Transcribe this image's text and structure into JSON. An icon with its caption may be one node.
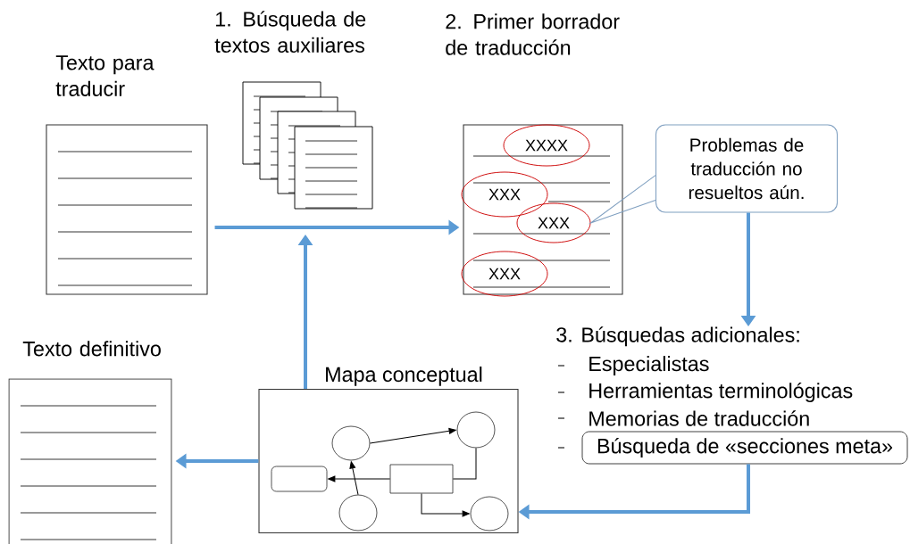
{
  "diagram": {
    "nodes": [
      {
        "text": [
          "Texto para traducir"
        ]
      },
      {
        "text": [
          "1. Búsqueda de textos auxiliares"
        ]
      },
      {
        "text": [],
        "shape": "box",
        "beside": [
          "2. Primer borrador de traducción"
        ]
      },
      {
        "text": [
          "XXXX"
        ],
        "in": 2
      },
      {
        "text": [
          "XXX"
        ],
        "in": 2
      },
      {
        "text": [
          "XXX"
        ],
        "in": 2
      },
      {
        "text": [
          "XXX"
        ],
        "in": 2
      },
      {
        "text": [
          "Problemas de traducción no resueltos aún."
        ]
      },
      {
        "text": [
          "3. Búsquedas adicionales:",
          "Especialistas",
          "Herramientas terminológicas",
          "Memorias de traducción"
        ]
      },
      {
        "text": [
          "Búsqueda de «secciones meta»"
        ]
      },
      {
        "text": [
          "Mapa conceptual"
        ]
      },
      {
        "text": [],
        "shape": "circle",
        "in": 10
      },
      {
        "text": [],
        "shape": "circle",
        "in": 10
      },
      {
        "text": [],
        "shape": "box",
        "in": 10
      },
      {
        "text": [],
        "shape": "box",
        "in": 10
      },
      {
        "text": [],
        "shape": "circle",
        "in": 10
      },
      {
        "text": [],
        "shape": "circle",
        "in": 10
      },
      {
        "text": [
          "Texto definitivo"
        ]
      }
    ],
    "edges": [
      {
        "from": 0,
        "to": 2,
        "arrow": "to",
        "style": "thick",
        "color": "#5b9bd5"
      },
      {
        "from": 10,
        "to": null,
        "arrow": "to",
        "style": "thick",
        "color": "#5b9bd5"
      },
      {
        "from": 7,
        "to": 8,
        "arrow": "to",
        "style": "thick",
        "color": "#5b9bd5"
      },
      {
        "from": 9,
        "to": 10,
        "arrow": "to",
        "style": "thick",
        "color": "#5b9bd5"
      },
      {
        "from": 10,
        "to": 17,
        "arrow": "to",
        "style": "thick",
        "color": "#5b9bd5"
      },
      {
        "from": 11,
        "to": 12,
        "arrow": "to",
        "color": "#000000"
      },
      {
        "from": 15,
        "to": 11,
        "arrow": "to",
        "color": "#000000"
      },
      {
        "from": 14,
        "to": 13,
        "arrow": "to",
        "color": "#000000"
      },
      {
        "from": 12,
        "to": 14,
        "arrow": "none",
        "color": "#000000"
      },
      {
        "from": 14,
        "to": 16,
        "arrow": "to",
        "color": "#000000"
      },
      {
        "from": 7,
        "to": 5,
        "arrow": "none",
        "color": "#7f9fc0"
      }
    ]
  }
}
